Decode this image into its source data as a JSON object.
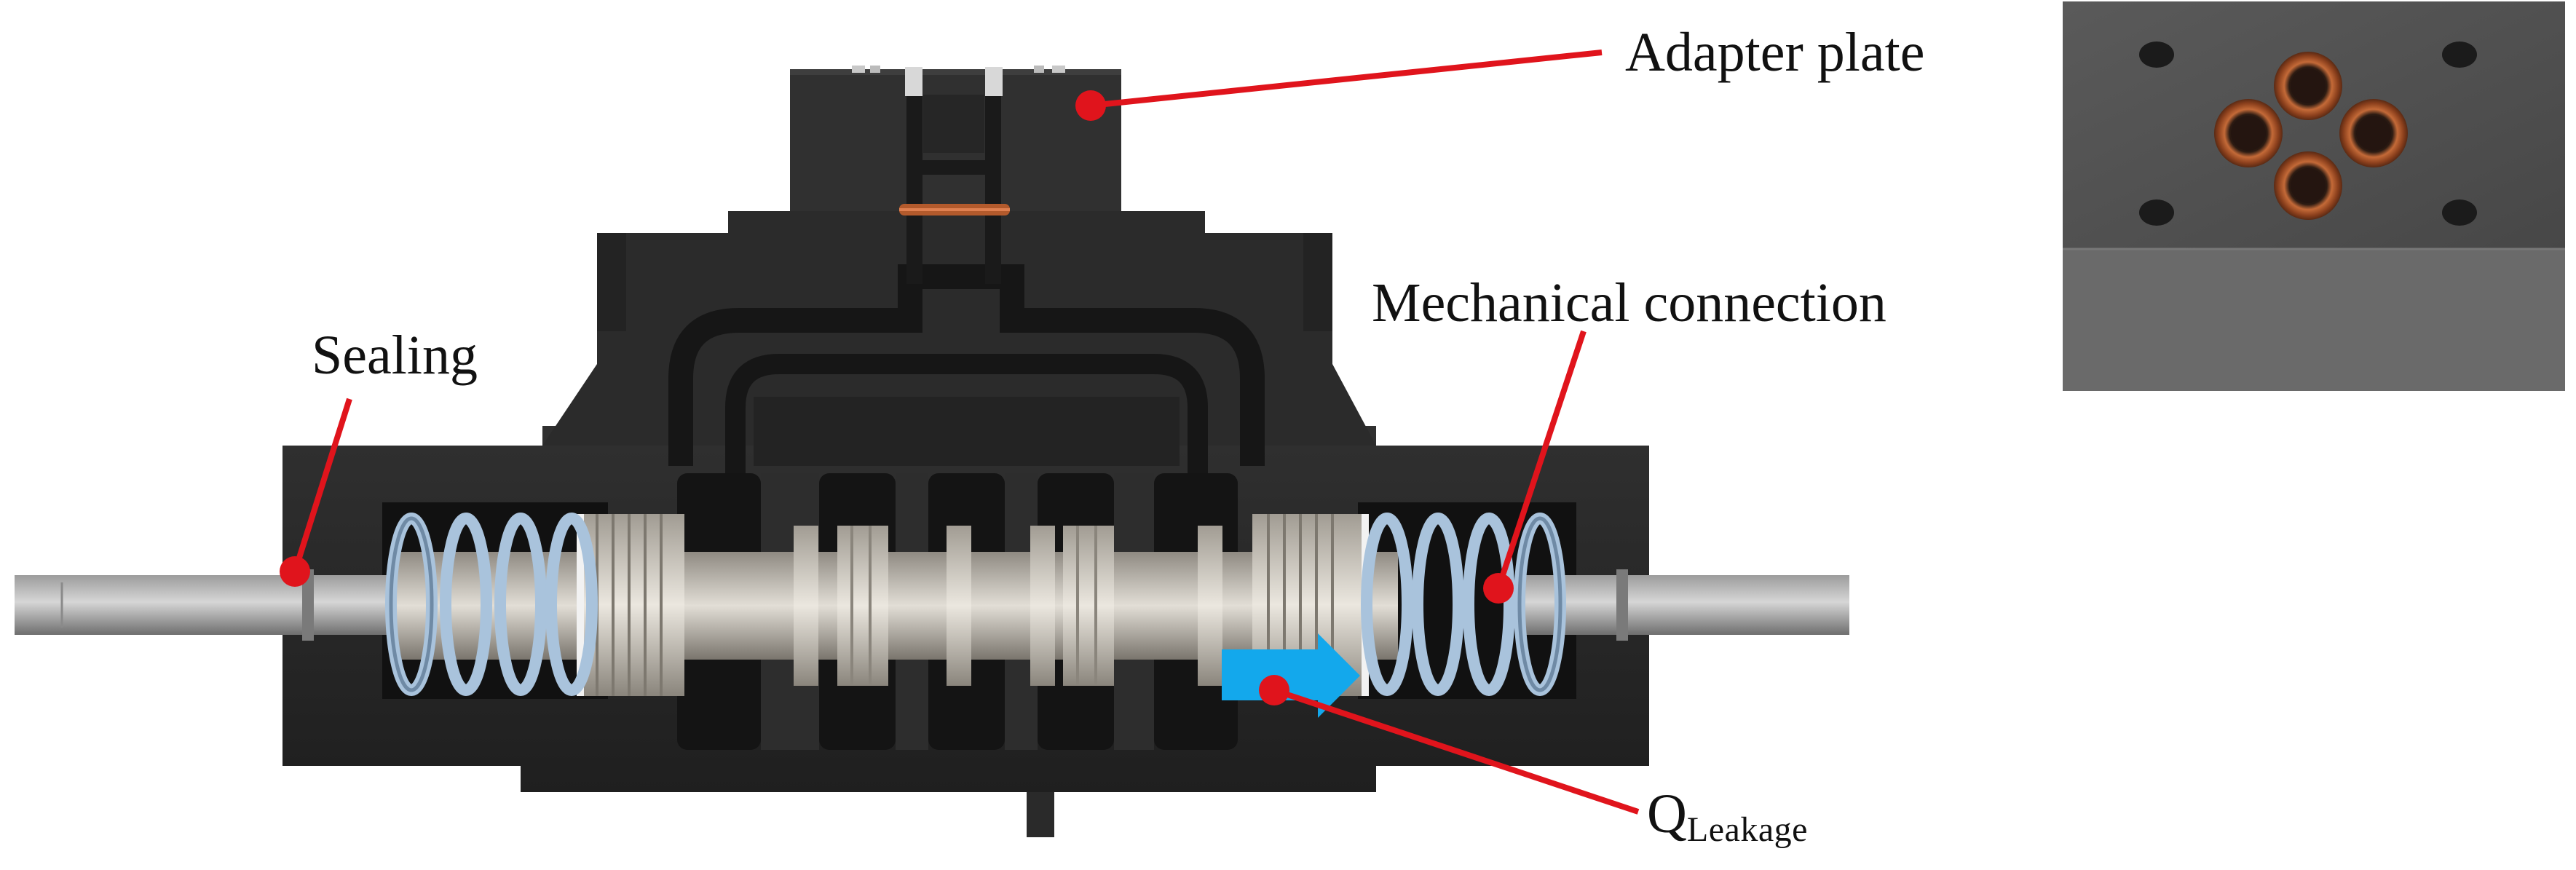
{
  "labels": {
    "adapter_plate": "Adapter plate",
    "mechanical_connection": "Mechanical connection",
    "sealing": "Sealing",
    "leakage_main": "Q",
    "leakage_sub": "Leakage"
  },
  "colors": {
    "callout": "#e0141c",
    "leakage_arrow": "#13a8ec",
    "spring": "#a9c3dc",
    "spool": "#c8c4bc",
    "housing": "#2a2a2a",
    "housing_dark": "#151515",
    "seal_ring": "#b35a2c",
    "plate_top": "#4f4f4f",
    "plate_side": "#6c6c6c"
  },
  "icons": {
    "leakage_flow": "arrow-right-icon",
    "callout_marker": "dot-icon"
  }
}
